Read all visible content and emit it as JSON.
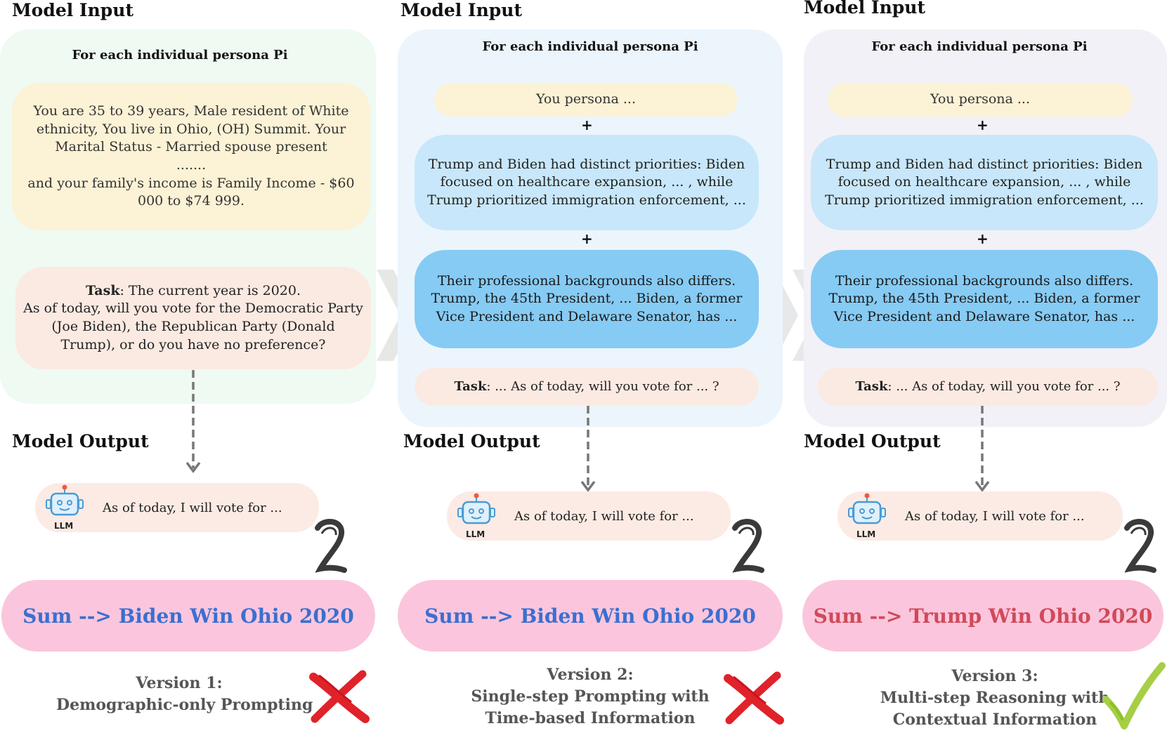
{
  "colors": {
    "biden": "#3b6fd0",
    "trump": "#d04a5a",
    "cross": "#e0222a",
    "check": "#a6cf45"
  },
  "columns": [
    {
      "input_header": "Model Input",
      "persona_header": "For each individual persona Pi",
      "persona_text": "You are 35 to 39 years, Male resident of White ethnicity, You live in Ohio, (OH) Summit. Your Marital Status - Married spouse present\n.......\n and your family's income is Family Income - $60 000 to $74 999.",
      "task_label": "Task",
      "task_text": ": The current year is 2020.\nAs of today, will you vote for the Democratic Party (Joe Biden), the Republican Party (Donald Trump), or do you have no preference?",
      "output_header": "Model Output",
      "robot_label": "LLM",
      "output_text": "As of today, I will vote for ...",
      "result_text": "Sum --> Biden Win Ohio 2020",
      "version_title": "Version 1:",
      "version_desc": "Demographic-only Prompting",
      "verdict_icon": "red-cross-icon"
    },
    {
      "input_header": "Model Input",
      "persona_header": "For each individual persona Pi",
      "persona_short": "You persona ...",
      "plus": "+",
      "context1": "Trump and Biden had distinct priorities: Biden focused on healthcare expansion, ... , while Trump prioritized immigration enforcement, ...",
      "context2": "Their professional backgrounds also differs. Trump, the 45th President, ... Biden, a former Vice President and Delaware Senator, has ...",
      "task_label": "Task",
      "task_text": ": ... As of today, will you vote for ... ?",
      "output_header": "Model Output",
      "robot_label": "LLM",
      "output_text": "As of today, I will vote for ...",
      "result_text": "Sum --> Biden Win Ohio 2020",
      "version_title": "Version 2:",
      "version_desc1": "Single-step Prompting with",
      "version_desc2": "Time-based Information",
      "verdict_icon": "red-cross-icon"
    },
    {
      "input_header": "Model Input",
      "persona_header": "For each individual persona Pi",
      "persona_short": "You persona  ...",
      "plus": "+",
      "context1": "Trump and Biden had distinct priorities: Biden focused on healthcare expansion, ... , while Trump prioritized immigration enforcement, ...",
      "context2": "Their professional backgrounds also differs. Trump, the 45th President, ... Biden, a former Vice President and Delaware Senator, has ...",
      "task_label": "Task",
      "task_text": ": ... As of today, will you vote for ... ?",
      "output_header": "Model Output",
      "robot_label": "LLM",
      "output_text": "As of today, I will vote for ...",
      "result_text": "Sum --> Trump Win Ohio 2020",
      "version_title": "Version 3:",
      "version_desc1": "Multi-step Reasoning with",
      "version_desc2": "Contextual Information",
      "verdict_icon": "green-check-icon"
    }
  ]
}
